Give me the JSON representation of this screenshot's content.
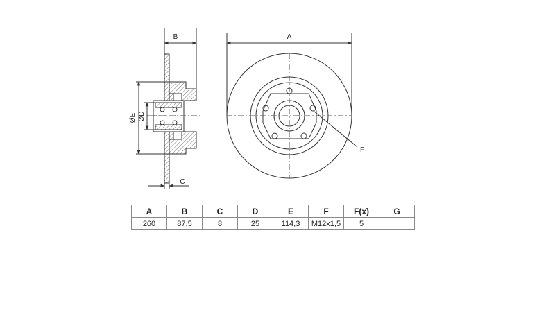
{
  "drawing": {
    "labels": {
      "a": "A",
      "b": "B",
      "c": "C",
      "d": "ØD",
      "e": "ØE",
      "f": "F"
    }
  },
  "specs": {
    "headers": [
      "A",
      "B",
      "C",
      "D",
      "E",
      "F",
      "F(x)",
      "G"
    ],
    "values": [
      "260",
      "87,5",
      "8",
      "25",
      "114,3",
      "M12x1,5",
      "5",
      ""
    ]
  }
}
